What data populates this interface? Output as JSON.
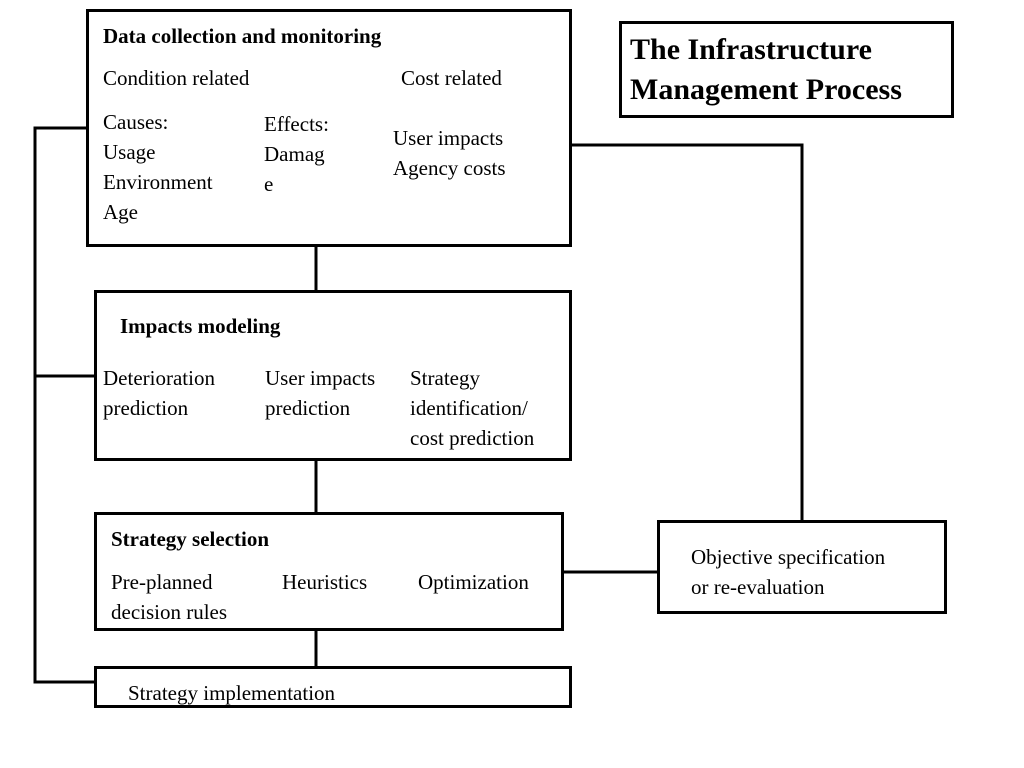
{
  "title": {
    "line1": "The Infrastructure",
    "line2": "Management Process"
  },
  "data_collection": {
    "heading": "Data collection and monitoring",
    "condition_related": "Condition related",
    "cost_related": "Cost related",
    "causes": "Causes:\nUsage\nEnvironment\nAge",
    "effects": "Effects:\nDamag\ne",
    "costs": "User impacts\nAgency costs"
  },
  "impacts_modeling": {
    "heading": "Impacts modeling",
    "deterioration": "Deterioration\nprediction",
    "user_impacts": "User impacts\nprediction",
    "strategy_cost": "Strategy\nidentification/\ncost prediction"
  },
  "strategy_selection": {
    "heading": "Strategy selection",
    "preplanned": "Pre-planned\ndecision rules",
    "heuristics": "Heuristics",
    "optimization": "Optimization"
  },
  "strategy_implementation": {
    "label": "Strategy implementation"
  },
  "objective": {
    "text": "Objective specification\nor re-evaluation"
  }
}
